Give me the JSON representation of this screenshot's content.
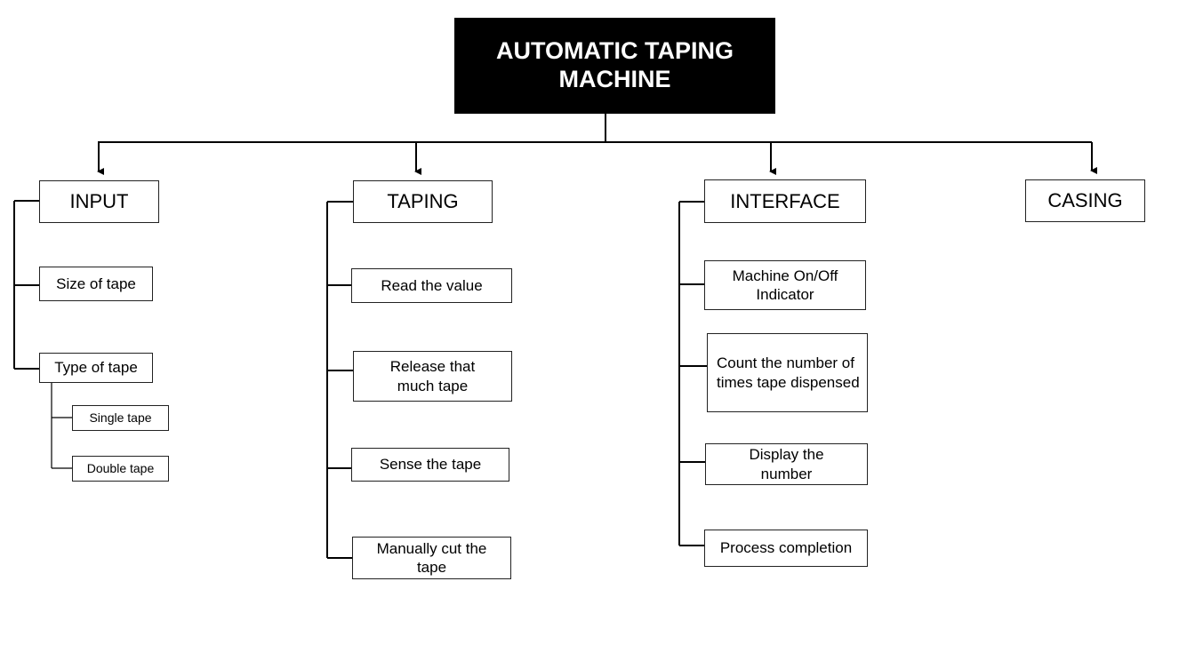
{
  "title": "AUTOMATIC TAPING MACHINE",
  "categories": {
    "input": {
      "label": "INPUT",
      "items": [
        "Size of tape",
        "Type of tape"
      ],
      "type_items": [
        "Single tape",
        "Double tape"
      ]
    },
    "taping": {
      "label": "TAPING",
      "items": [
        "Read the value",
        "Release that much tape",
        "Sense the tape",
        "Manually cut the tape"
      ]
    },
    "interface": {
      "label": "INTERFACE",
      "items": [
        "Machine On/Off Indicator",
        "Count the number of times tape dispensed",
        "Display the number",
        "Process completion"
      ]
    },
    "casing": {
      "label": "CASING"
    }
  }
}
